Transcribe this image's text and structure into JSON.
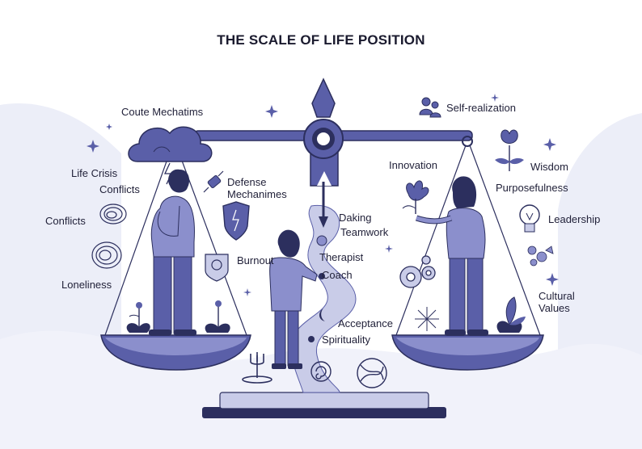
{
  "title": "THE SCALE OF LIFE POSITION",
  "left_labels": {
    "coute_mechatims": "Coute Mechatims",
    "life_crisis": "Life Crisis",
    "conflicts_1": "Conflicts",
    "conflicts_2": "Conflicts",
    "defense_mechanimes": "Defense\nMechanimes",
    "burnout": "Burnout",
    "loneliness": "Loneliness"
  },
  "center_labels": {
    "daking": "Daking",
    "teamwork": "Teamwork",
    "therapist": "Therapist",
    "coach": "Coach",
    "acceptance": "Acceptance",
    "spirituality": "Spirituality"
  },
  "right_labels": {
    "self_realization": "Self-realization",
    "innovation": "Innovation",
    "wisdom": "Wisdom",
    "purposefulness": "Purposefulness",
    "leadership": "Leadership",
    "cultural_values": "Cultural\nValues"
  },
  "colors": {
    "primary": "#5a5fa8",
    "dark": "#2c2f5e",
    "light": "#c9cce8",
    "pale": "#e8e9f5"
  }
}
